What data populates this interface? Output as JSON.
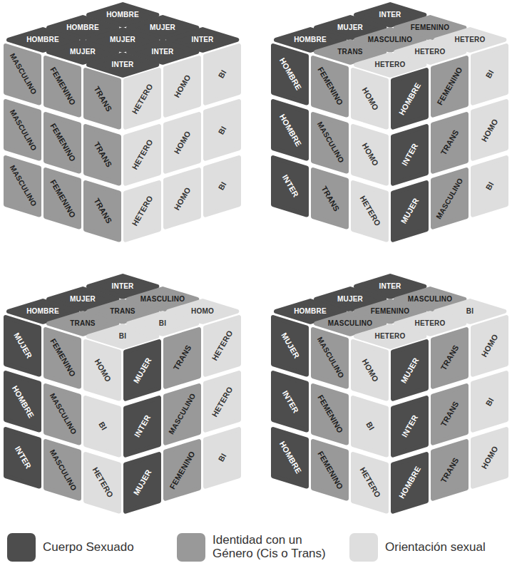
{
  "diagram": {
    "nodes": [
      {
        "text": [
          "HOMBRE"
        ]
      },
      {
        "text": [
          "HOMBRE"
        ]
      },
      {
        "text": [
          "MUJER"
        ]
      },
      {
        "text": [
          "HOMBRE"
        ]
      },
      {
        "text": [
          "MUJER"
        ]
      },
      {
        "text": [
          "INTER"
        ]
      },
      {
        "text": [
          "MUJER"
        ]
      },
      {
        "text": [
          "INTER"
        ]
      },
      {
        "text": [
          "INTER"
        ]
      },
      {
        "text": [
          "MASCULINO"
        ]
      },
      {
        "text": [
          "FEMENINO"
        ]
      },
      {
        "text": [
          "TRANS"
        ]
      },
      {
        "text": [
          "HETERO"
        ]
      },
      {
        "text": [
          "HOMO"
        ]
      },
      {
        "text": [
          "BI"
        ]
      },
      {
        "text": [
          "MASCULINO"
        ]
      },
      {
        "text": [
          "FEMENINO"
        ]
      },
      {
        "text": [
          "TRANS"
        ]
      },
      {
        "text": [
          "HETERO"
        ]
      },
      {
        "text": [
          "HOMO"
        ]
      },
      {
        "text": [
          "BI"
        ]
      },
      {
        "text": [
          "MASCULINO"
        ]
      },
      {
        "text": [
          "FEMENINO"
        ]
      },
      {
        "text": [
          "TRANS"
        ]
      },
      {
        "text": [
          "HETERO"
        ]
      },
      {
        "text": [
          "HOMO"
        ]
      },
      {
        "text": [
          "BI"
        ]
      },
      {
        "text": [
          "INTER"
        ]
      },
      {
        "text": [
          "MUJER"
        ]
      },
      {
        "text": [
          "FEMENINO"
        ]
      },
      {
        "text": [
          "HOMBRE"
        ]
      },
      {
        "text": [
          "MASCULINO"
        ]
      },
      {
        "text": [
          "HETERO"
        ]
      },
      {
        "text": [
          "TRANS"
        ]
      },
      {
        "text": [
          "HETERO"
        ]
      },
      {
        "text": [
          "HETERO"
        ]
      },
      {
        "text": [
          "HOMBRE"
        ]
      },
      {
        "text": [
          "FEMENINO"
        ]
      },
      {
        "text": [
          "HOMO"
        ]
      },
      {
        "text": [
          "HOMBRE"
        ]
      },
      {
        "text": [
          "FEMENINO"
        ]
      },
      {
        "text": [
          "BI"
        ]
      },
      {
        "text": [
          "HOMBRE"
        ]
      },
      {
        "text": [
          "MASCULINO"
        ]
      },
      {
        "text": [
          "HOMO"
        ]
      },
      {
        "text": [
          "INTER"
        ]
      },
      {
        "text": [
          "TRANS"
        ]
      },
      {
        "text": [
          "HOMO"
        ]
      },
      {
        "text": [
          "INTER"
        ]
      },
      {
        "text": [
          "TRANS"
        ]
      },
      {
        "text": [
          "HETERO"
        ]
      },
      {
        "text": [
          "MUJER"
        ]
      },
      {
        "text": [
          "MASCULINO"
        ]
      },
      {
        "text": [
          "BI"
        ]
      },
      {
        "text": [
          "INTER"
        ]
      },
      {
        "text": [
          "MUJER"
        ]
      },
      {
        "text": [
          "MASCULINO"
        ]
      },
      {
        "text": [
          "HOMBRE"
        ]
      },
      {
        "text": [
          "TRANS"
        ]
      },
      {
        "text": [
          "HOMO"
        ]
      },
      {
        "text": [
          "TRANS"
        ]
      },
      {
        "text": [
          "BI"
        ]
      },
      {
        "text": [
          "BI"
        ]
      },
      {
        "text": [
          "MUJER"
        ]
      },
      {
        "text": [
          "FEMENINO"
        ]
      },
      {
        "text": [
          "HOMO"
        ]
      },
      {
        "text": [
          "MUJER"
        ]
      },
      {
        "text": [
          "TRANS"
        ]
      },
      {
        "text": [
          "HETERO"
        ]
      },
      {
        "text": [
          "HOMBRE"
        ]
      },
      {
        "text": [
          "MASCULINO"
        ]
      },
      {
        "text": [
          "BI"
        ]
      },
      {
        "text": [
          "INTER"
        ]
      },
      {
        "text": [
          "MASCULINO"
        ]
      },
      {
        "text": [
          "HETERO"
        ]
      },
      {
        "text": [
          "INTER"
        ]
      },
      {
        "text": [
          "MASCULINO"
        ]
      },
      {
        "text": [
          "HETERO"
        ]
      },
      {
        "text": [
          "MUJER"
        ]
      },
      {
        "text": [
          "FEMENINO"
        ]
      },
      {
        "text": [
          "BI"
        ]
      },
      {
        "text": [
          "INTER"
        ]
      },
      {
        "text": [
          "MUJER"
        ]
      },
      {
        "text": [
          "MASCULINO"
        ]
      },
      {
        "text": [
          "HOMBRE"
        ]
      },
      {
        "text": [
          "FEMENINO"
        ]
      },
      {
        "text": [
          "BI"
        ]
      },
      {
        "text": [
          "MASCULINO"
        ]
      },
      {
        "text": [
          "HETERO"
        ]
      },
      {
        "text": [
          "HETERO"
        ]
      },
      {
        "text": [
          "MUJER"
        ]
      },
      {
        "text": [
          "MASCULINO"
        ]
      },
      {
        "text": [
          "HOMO"
        ]
      },
      {
        "text": [
          "MUJER"
        ]
      },
      {
        "text": [
          "TRANS"
        ]
      },
      {
        "text": [
          "HOMO"
        ]
      },
      {
        "text": [
          "INTER"
        ]
      },
      {
        "text": [
          "FEMENINO"
        ]
      },
      {
        "text": [
          "BI"
        ]
      },
      {
        "text": [
          "INTER"
        ]
      },
      {
        "text": [
          "TRANS"
        ]
      },
      {
        "text": [
          "BI"
        ]
      },
      {
        "text": [
          "HOMBRE"
        ]
      },
      {
        "text": [
          "FEMENINO"
        ]
      },
      {
        "text": [
          "HETERO"
        ]
      },
      {
        "text": [
          "HOMBRE"
        ]
      },
      {
        "text": [
          "TRANS"
        ]
      },
      {
        "text": [
          "HOMO"
        ]
      }
    ],
    "legend": [
      {
        "text": "Cuerpo Sexuado",
        "color": "#4d4d4d"
      },
      {
        "text": "Identidad con un Género (Cis o Trans)",
        "color": "#999999"
      },
      {
        "text": "Orientación sexual",
        "color": "#dedede"
      }
    ]
  }
}
